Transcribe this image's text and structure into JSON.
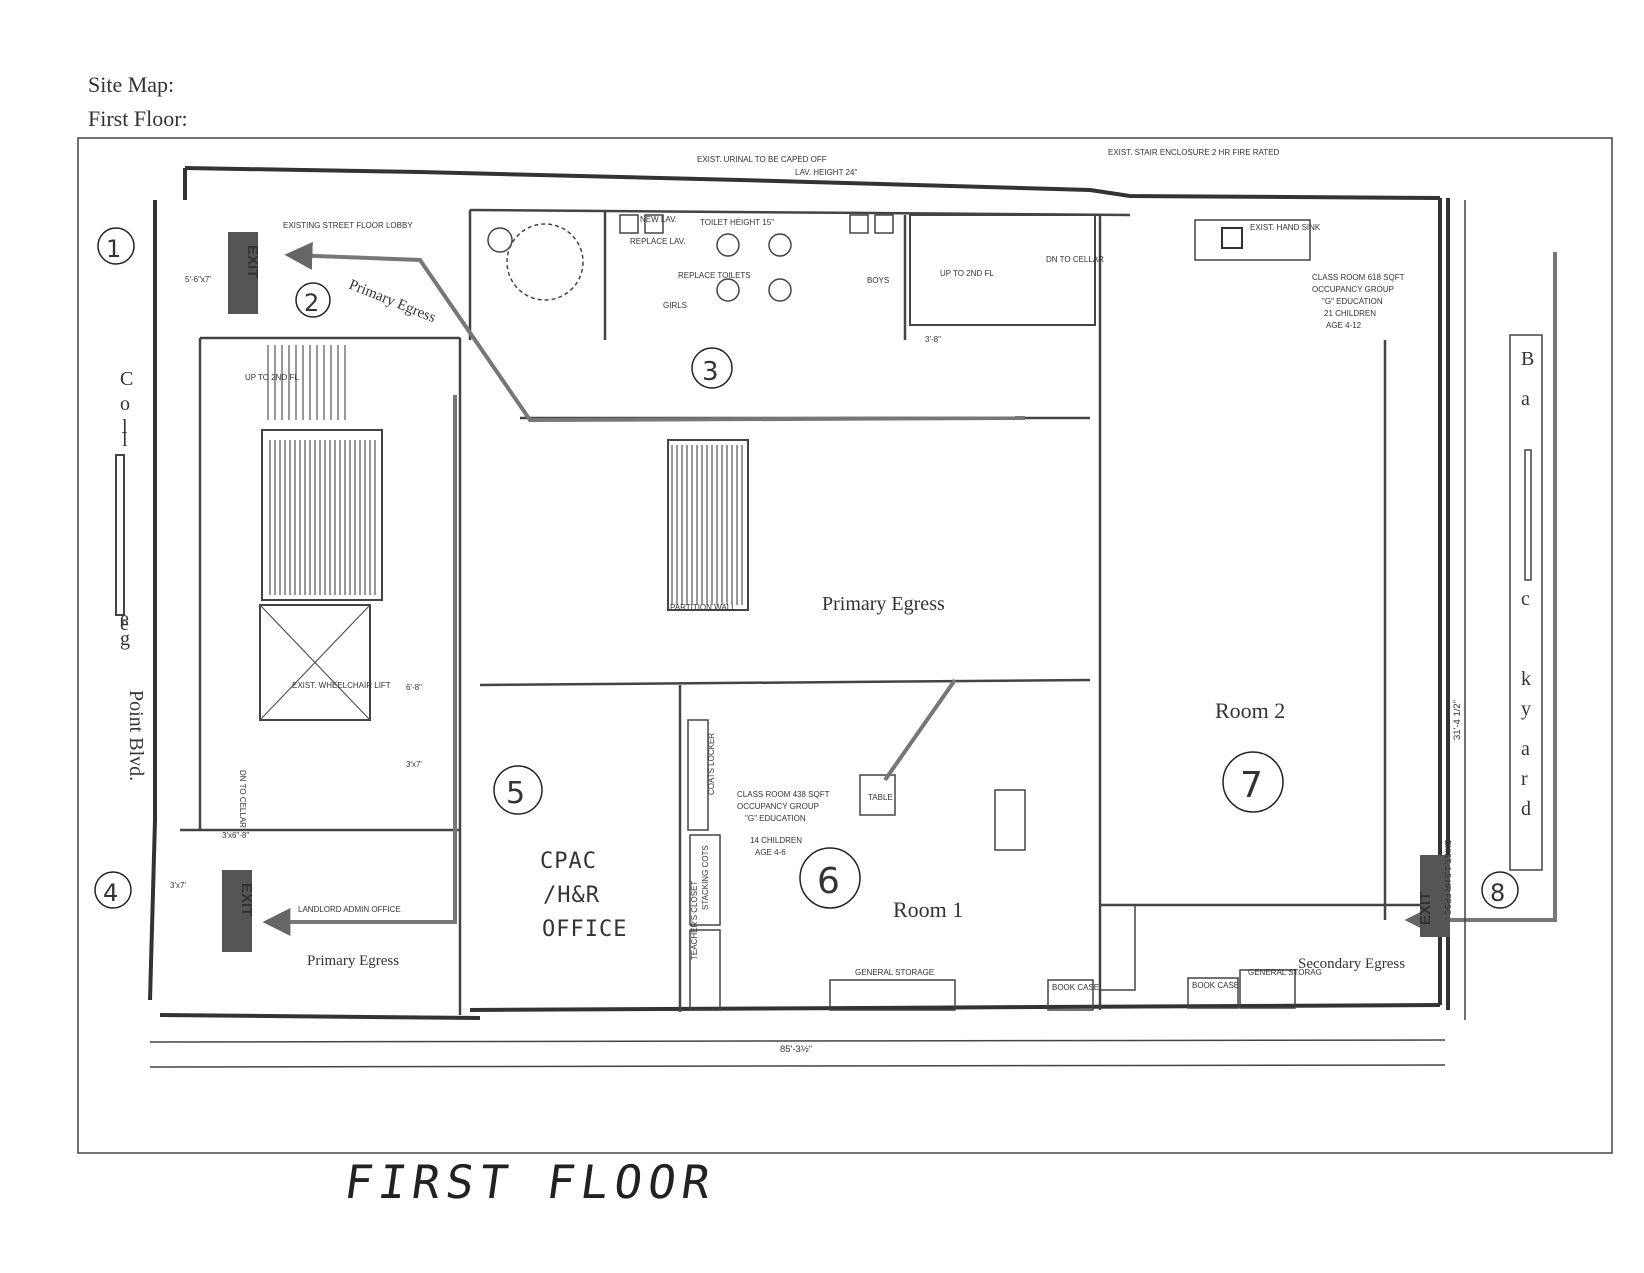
{
  "header": {
    "site_map": "Site Map:",
    "first_floor": "First Floor:"
  },
  "streets": {
    "college_point": [
      "C",
      "o",
      "l",
      "l",
      "e",
      "g",
      "e",
      "Point Blvd."
    ],
    "backyard": [
      "B",
      "a",
      "c",
      "k",
      "y",
      "a",
      "r",
      "d"
    ]
  },
  "markers": [
    "1",
    "2",
    "3",
    "4",
    "5",
    "6",
    "7",
    "8"
  ],
  "rooms": {
    "room1": "Room 1",
    "room2": "Room 2",
    "cpac_line1": "CPAC",
    "cpac_line2": "/H&R",
    "cpac_line3": "OFFICE"
  },
  "egress": {
    "primary_top": "Primary Egress",
    "primary_center": "Primary Egress",
    "primary_bottom": "Primary Egress",
    "secondary": "Secondary Egress"
  },
  "exit_sign": "EXIT",
  "notes": {
    "lobby": "EXISTING STREET FLOOR LOBBY",
    "urinal": "EXIST. URINAL TO BE CAPED OFF",
    "lav_height": "LAV. HEIGHT 24\"",
    "stair_enclosure": "EXIST. STAIR ENCLOSURE 2 HR FIRE RATED",
    "hand_sink": "EXIST. HAND SINK",
    "class618_1": "CLASS ROOM 618 SQFT",
    "class618_2": "OCCUPANCY GROUP",
    "class618_3": "\"G\" EDUCATION",
    "class618_4": "21 CHILDREN",
    "class618_5": "AGE 4-12",
    "class438_1": "CLASS ROOM 438 SQFT",
    "class438_2": "OCCUPANCY GROUP",
    "class438_3": "\"G\" EDUCATION",
    "class438_4": "14 CHILDREN",
    "class438_5": "AGE 4-6",
    "up_2nd_a": "UP TO 2ND FL",
    "up_2nd_b": "UP TO 2ND FL",
    "dn_cellar_a": "DN TO CELLAR",
    "dn_cellar_b": "DN TO CELLAR",
    "girls": "GIRLS",
    "boys": "BOYS",
    "new_lav": "NEW LAV.",
    "replace_lav": "REPLACE LAV.",
    "replace_toilets": "REPLACE TOILETS",
    "toilet_height": "TOILET HEIGHT 15\"",
    "partition_wall": "PARTITION WALL",
    "wheelchair_lift": "EXIST. WHEELCHAIR LIFT",
    "landlord_office": "LANDLORD ADMIN OFFICE",
    "general_storage_1": "GENERAL STORAGE",
    "general_storage_2": "GENERAL STORAG",
    "book_case_1": "BOOK CASE",
    "book_case_2": "BOOK CASE",
    "teachers_closet": "TEACHER'S CLOSET",
    "stacking_cots": "STACKING COTS",
    "coats_locker": "COATS LOCKER",
    "table": "TABLE",
    "door_5x67": "5'-6\"x7'",
    "door_3x7_a": "3'x7'",
    "door_3x7_b": "3'x7'",
    "door_36x8": "3'x6\"-8\"",
    "door_6x8": "6'-8\"",
    "door_3x8": "3'-8\"",
    "dim_width": "85'-3½\"",
    "dim_height": "31'-4 1/2\"",
    "fire_rating": "EXIST. 1.5 HR FPSC"
  },
  "footer": "FIRST FLOOR"
}
